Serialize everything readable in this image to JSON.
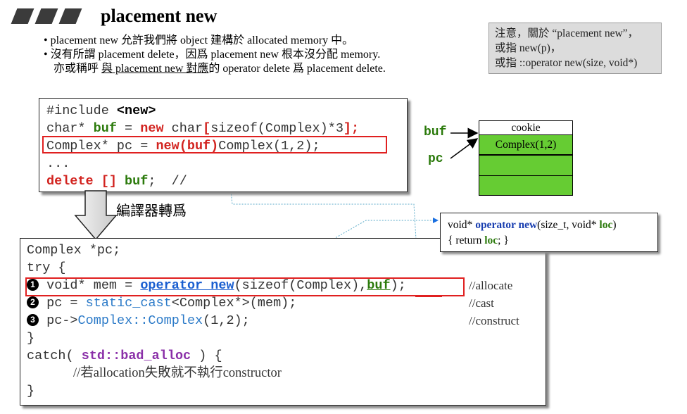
{
  "header": {
    "title": "placement new"
  },
  "bullets": [
    "• placement new 允許我們將 object 建構於 allocated memory 中。",
    "• 沒有所謂 placement delete，因爲 placement new 根本沒分配 memory.",
    {
      "pre": "亦或稱呼 ",
      "u1": "與 placement new 對應",
      "post": "的 operator delete 爲 placement delete."
    }
  ],
  "note": {
    "lines": [
      "注意，關於 “placement new”，",
      "或指 new(p)，",
      "或指 ::operator new(size, void*)"
    ]
  },
  "code_top": {
    "l1": {
      "a": "#include ",
      "b": "<new>"
    },
    "l2": {
      "a": "char* ",
      "b": "buf",
      "c": " = ",
      "d": "new",
      "e": " char",
      "f": "[",
      "g": "sizeof(Complex)*3",
      "h": "];"
    },
    "l3": {
      "a": "Complex* pc = ",
      "b": "new(buf)",
      "c": "Complex(1,2);"
    },
    "l4": "...",
    "l5": {
      "a": "delete [] ",
      "b": "buf",
      "c": ";  //"
    }
  },
  "memory": {
    "label_buf": "buf",
    "label_pc": "pc",
    "cells": [
      "cookie",
      "Complex(1,2)",
      "",
      ""
    ],
    "fill_color": "#66cc33"
  },
  "caption": "編譯器轉爲",
  "operator_new_box": {
    "l1": {
      "a": "void* ",
      "b": "operator new",
      "c": "(size_t, void* ",
      "d": "loc",
      "e": ")"
    },
    "l2": {
      "a": "{  return ",
      "b": "loc",
      "c": ";  }"
    }
  },
  "code_bottom": {
    "l1": "Complex *pc;",
    "l2": "try {",
    "l3": {
      "num": "1",
      "a": " void* mem = ",
      "b": "operator new",
      "c": "(sizeof(Complex),",
      "d": "buf",
      "e": ");",
      "comment": "//allocate"
    },
    "l4": {
      "num": "2",
      "a": " pc = ",
      "b": "static_cast",
      "c": "<Complex*>(mem);",
      "comment": "//cast"
    },
    "l5": {
      "num": "3",
      "a": " pc->",
      "b": "Complex::Complex",
      "c": "(1,2);",
      "comment": "//construct"
    },
    "l6": "}",
    "l7": {
      "a": "catch( ",
      "b": "std::bad_alloc",
      "c": " ) {"
    },
    "l8": "//若allocation失敗就不執行constructor",
    "l9": "}"
  }
}
